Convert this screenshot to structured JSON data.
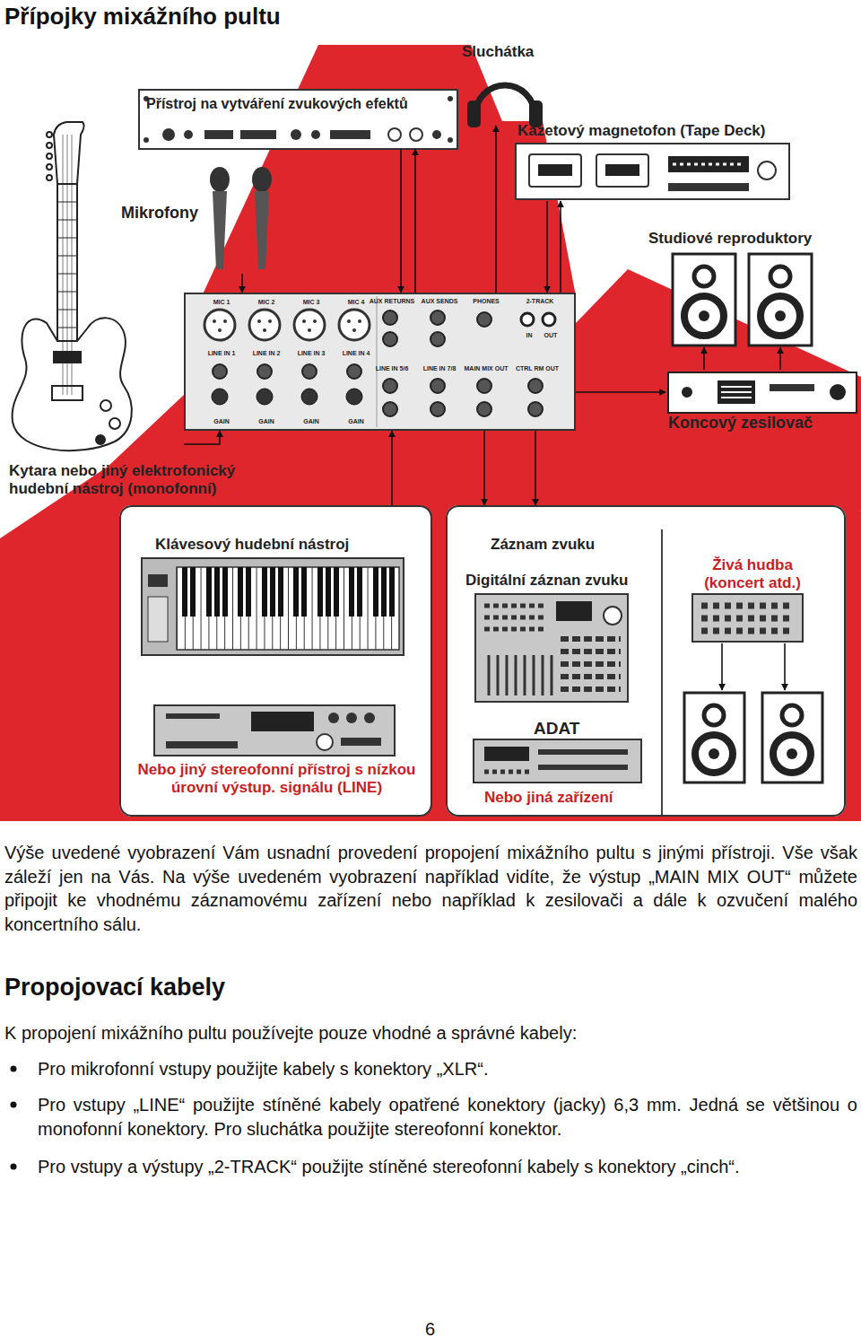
{
  "diagram": {
    "title": "Přípojky mixážního pultu",
    "nodes": [
      {
        "text": [
          "Přístroj na vytváření zvukových efektů"
        ]
      },
      {
        "text": [
          "Sluchátka"
        ]
      },
      {
        "text": [
          "Kazetový magnetofon (Tape Deck)"
        ]
      },
      {
        "text": [
          "Mikrofony"
        ]
      },
      {
        "text": [
          "Kytara nebo jiný elektrofonický hudební nástroj (monofonní)"
        ]
      },
      {
        "text": [
          "Studiové reproduktory"
        ]
      },
      {
        "text": [
          "Koncový zesilovač"
        ]
      },
      {
        "text": [
          "MIC 1",
          "MIC 2",
          "MIC 3",
          "MIC 4",
          "LINE IN 1",
          "LINE IN 2",
          "LINE IN 3",
          "LINE IN 4",
          "GAIN",
          "GAIN",
          "GAIN",
          "GAIN",
          "AUX RETURNS",
          "AUX SENDS",
          "PHONES",
          "2-TRACK",
          "IN",
          "OUT",
          "LINE IN 5/6",
          "LINE IN 7/8",
          "MAIN MIX OUT",
          "CTRL RM OUT"
        ]
      },
      {
        "text": [
          "Klávesový hudební nástroj",
          "Nebo jiný stereofonní přístroj s nízkou úrovní výstup. signálu (LINE)"
        ]
      },
      {
        "text": [
          "Záznam zvuku",
          "Digitální záznan zvuku",
          "ADAT",
          "Nebo jiná zařízení"
        ]
      },
      {
        "text": [
          "Živá hudba (koncert atd.)"
        ],
        "in": 9
      }
    ],
    "edges": [
      {
        "from": 0,
        "to": 7,
        "arrow": "to"
      },
      {
        "from": 7,
        "to": 0,
        "arrow": "to"
      },
      {
        "from": 7,
        "to": 1,
        "arrow": "to"
      },
      {
        "from": 2,
        "to": 7,
        "arrow": "to"
      },
      {
        "from": 7,
        "to": 2,
        "arrow": "to"
      },
      {
        "from": 3,
        "to": 7,
        "arrow": "to"
      },
      {
        "from": 4,
        "to": 7,
        "arrow": "to"
      },
      {
        "from": 8,
        "to": 7,
        "arrow": "to"
      },
      {
        "from": 7,
        "to": 9,
        "arrow": "to"
      },
      {
        "from": 7,
        "to": 9,
        "arrow": "to"
      },
      {
        "from": 7,
        "to": 6,
        "arrow": "to"
      },
      {
        "from": 6,
        "to": 5,
        "arrow": "to"
      },
      {
        "from": 6,
        "to": 5,
        "arrow": "to"
      }
    ],
    "labels": [
      "Výše uvedené vyobrazení Vám usnadní provedení propojení mixážního pultu s jinými přístroji. Vše však záleží jen na Vás. Na výše uvedeném vyobrazení například vidíte, že výstup „MAIN MIX OUT“ můžete připojit ke vhodnému záznamovému zařízení nebo například k zesilovači a dále k ozvučení malého koncertního sálu.",
      "Propojovací kabely",
      "K propojení mixážního pultu používejte pouze vhodné a správné kabely:",
      "Pro mikrofonní vstupy použijte kabely s konektory „XLR“.",
      "Pro vstupy „LINE“ použijte stíněné kabely opatřené konektory (jacky) 6,3 mm. Jedná se většinou o monofonní konektory. Pro sluchátka použijte stereofonní konektor.",
      "Pro vstupy a výstupy „2-TRACK“ použijte stíněné stereofonní kabely s konektory „cinch“.",
      "6"
    ]
  }
}
